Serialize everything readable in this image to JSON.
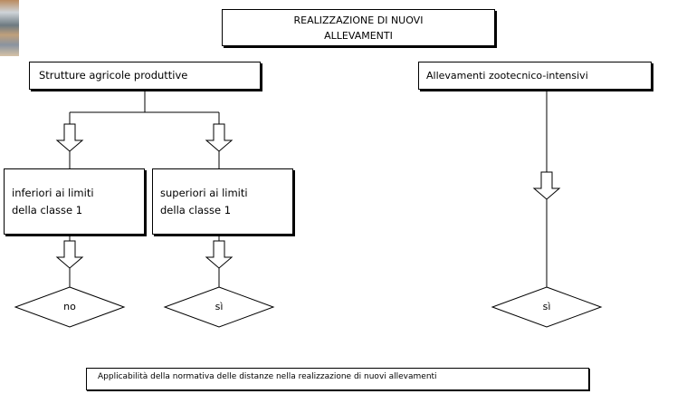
{
  "title": {
    "line1": "REALIZZAZIONE DI NUOVI",
    "line2": "ALLEVAMENTI"
  },
  "categories": {
    "left": "Strutture agricole produttive",
    "right": "Allevamenti zootecnico-intensivi"
  },
  "conditions": [
    {
      "line1": "inferiori ai limiti",
      "line2": "della classe 1",
      "outcome": "no"
    },
    {
      "line1": "superiori ai limiti",
      "line2": "della classe 1",
      "outcome": "sì"
    }
  ],
  "right_outcome": "sì",
  "footer": "Applicabilità della normativa delle distanze nella realizzazione di nuovi allevamenti",
  "colors": {
    "line": "#000000",
    "background": "#ffffff"
  }
}
